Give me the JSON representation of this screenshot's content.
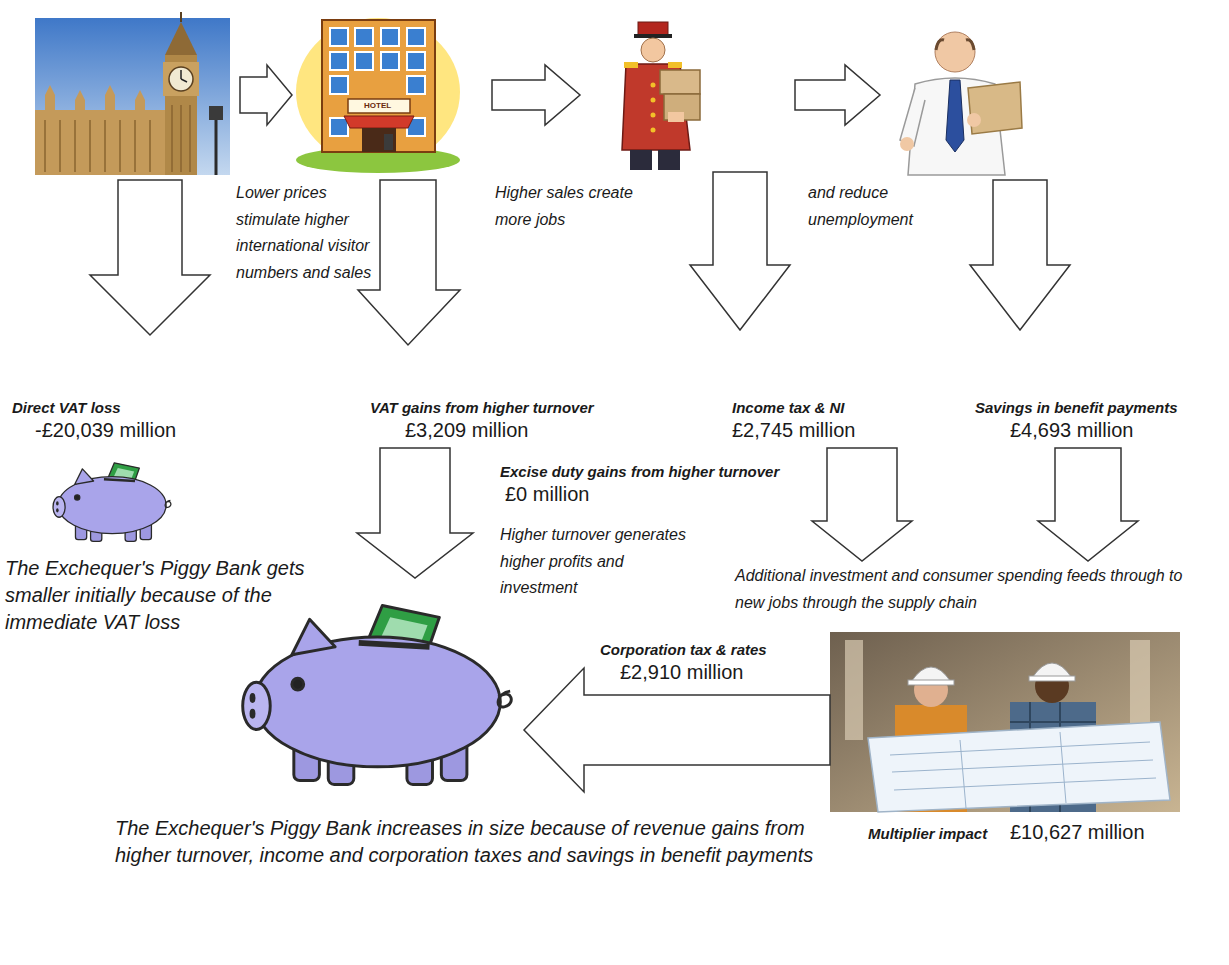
{
  "diagram": {
    "nodes": [
      {
        "text": [
          "Direct VAT loss",
          "-£20,039 million"
        ]
      },
      {
        "text": [
          "VAT gains from higher turnover",
          "£3,209 million"
        ]
      },
      {
        "text": [
          "Income tax & NI",
          "£2,745 million"
        ]
      },
      {
        "text": [
          "Savings in benefit payments",
          "£4,693 million"
        ]
      },
      {
        "text": [
          "The Exchequer's Piggy Bank gets smaller initially because of the immediate VAT loss"
        ]
      },
      {
        "text": [
          "Excise duty gains from higher turnover",
          "£0 million"
        ]
      },
      {
        "text": [
          "Additional investment and consumer spending feeds through to new jobs through the supply chain"
        ]
      },
      {
        "text": [
          "Corporation tax & rates",
          "£2,910 million"
        ]
      },
      {
        "text": [
          "The Exchequer's Piggy Bank increases in size because of revenue gains from higher turnover, income and corporation taxes and savings in benefit payments"
        ]
      },
      {
        "text": [
          "Multiplier impact",
          "£10,627 million"
        ]
      }
    ],
    "edges": [
      {
        "from": 1,
        "to": 8,
        "arrow": "to"
      },
      {
        "from": 2,
        "to": 6,
        "arrow": "to"
      },
      {
        "from": 3,
        "to": 6,
        "arrow": "to"
      },
      {
        "from": 9,
        "to": 8,
        "arrow": "to"
      }
    ],
    "labels": [
      "Lower prices stimulate higher international visitor numbers and sales",
      "Higher sales create more jobs",
      "and reduce unemployment",
      "HOTEL",
      "Higher turnover generates higher profits and investment"
    ]
  }
}
